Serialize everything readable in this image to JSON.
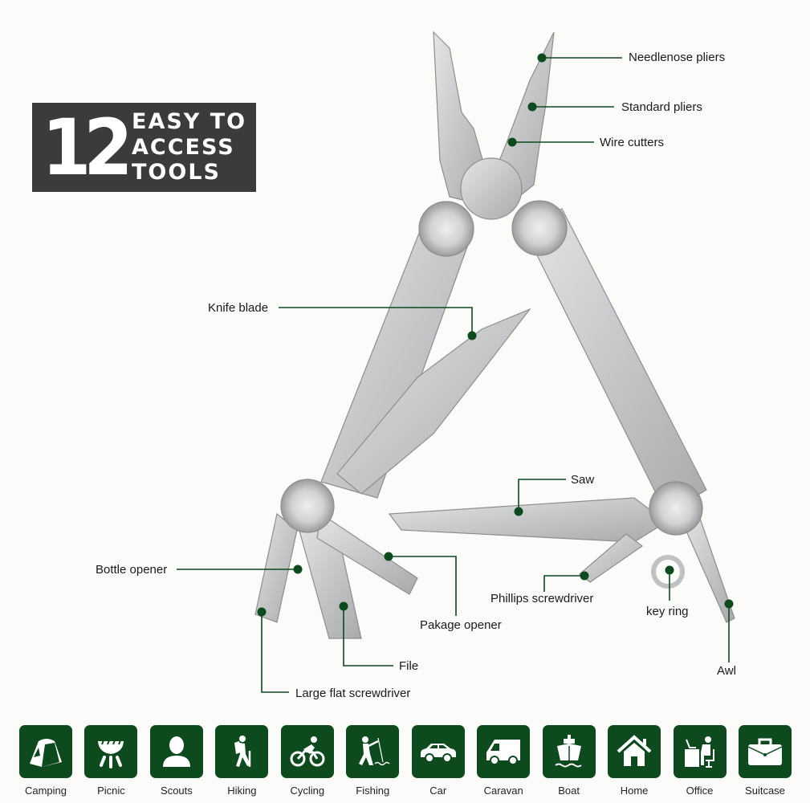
{
  "badge": {
    "number": "12",
    "line1": "EASY TO",
    "line2": "ACCESS",
    "line3": "TOOLS"
  },
  "colors": {
    "accent": "#0d4a1e",
    "badge_bg": "#3b3b3b",
    "steel": "#c9cacb"
  },
  "callouts": [
    {
      "label": "Needlenose pliers"
    },
    {
      "label": "Standard pliers"
    },
    {
      "label": "Wire cutters"
    },
    {
      "label": "Knife blade"
    },
    {
      "label": "Saw"
    },
    {
      "label": "Bottle opener"
    },
    {
      "label": "Phillips screwdriver"
    },
    {
      "label": "key ring"
    },
    {
      "label": "Pakage opener"
    },
    {
      "label": "Awl"
    },
    {
      "label": "File"
    },
    {
      "label": "Large flat screwdriver"
    }
  ],
  "uses": [
    {
      "label": "Camping",
      "icon": "tent-icon"
    },
    {
      "label": "Picnic",
      "icon": "grill-icon"
    },
    {
      "label": "Scouts",
      "icon": "person-icon"
    },
    {
      "label": "Hiking",
      "icon": "hiker-icon"
    },
    {
      "label": "Cycling",
      "icon": "cyclist-icon"
    },
    {
      "label": "Fishing",
      "icon": "fisherman-icon"
    },
    {
      "label": "Car",
      "icon": "car-icon"
    },
    {
      "label": "Caravan",
      "icon": "van-icon"
    },
    {
      "label": "Boat",
      "icon": "ship-icon"
    },
    {
      "label": "Home",
      "icon": "house-icon"
    },
    {
      "label": "Office",
      "icon": "office-desk-icon"
    },
    {
      "label": "Suitcase",
      "icon": "briefcase-icon"
    }
  ]
}
